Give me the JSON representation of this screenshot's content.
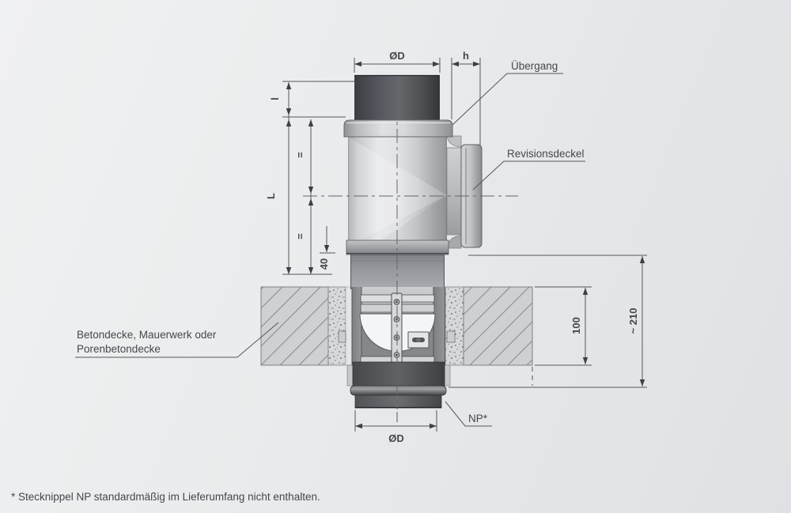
{
  "diagram": {
    "type": "technical-drawing",
    "subject": "T-piece flue section with revision cover installed through a ceiling slab",
    "dimensions": {
      "top_diameter": "ØD",
      "transition_height": "h",
      "inlet_length": "l",
      "total_length": "L",
      "equal_upper": "=",
      "equal_lower": "=",
      "offset_40": "40",
      "ceiling_thickness": "100",
      "lower_length": "~ 210",
      "bottom_diameter": "ØD"
    },
    "labels": {
      "uebergang": "Übergang",
      "revisionsdeckel": "Revisionsdeckel",
      "betondecke_line1": "Betondecke, Mauerwerk oder",
      "betondecke_line2": "Porenbetondecke",
      "np": "NP*"
    },
    "footnote": "* Stecknippel NP standardmäßig im Lieferumfang nicht enthalten.",
    "colors": {
      "background": "#e9ebed",
      "line": "#54565a",
      "text": "#45474b",
      "pipe_dark": "#4a4c50",
      "body_light": "#e2e3e5",
      "slab_fill": "#ced0d4"
    }
  }
}
